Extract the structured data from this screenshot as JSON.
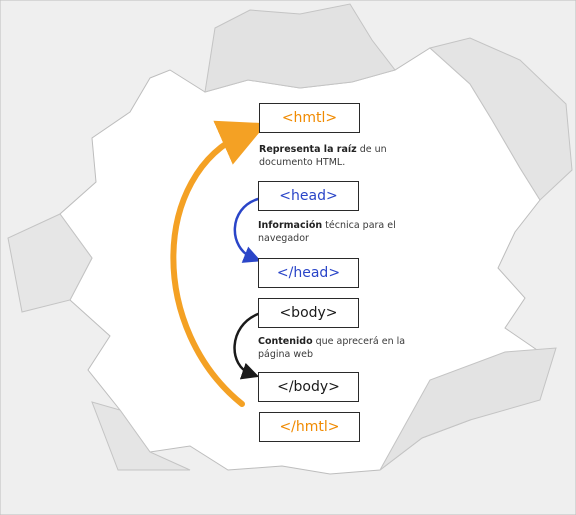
{
  "colors": {
    "paper": "#f2f2f2",
    "paper_shadow": "#c9c9c9",
    "orange": "#f4a124",
    "blue": "#2a45c8",
    "black": "#1a1a1a"
  },
  "tags": {
    "html_open": "<hmtl>",
    "head_open": "<head>",
    "head_close": "</head>",
    "body_open": "<body>",
    "body_close": "</body>",
    "html_close": "</hmtl>"
  },
  "captions": {
    "html": {
      "strong": "Representa la raíz",
      "rest_line1": " de un",
      "line2": "documento HTML."
    },
    "head": {
      "strong": "Información",
      "rest_line1": " técnica para el",
      "line2": "navegador"
    },
    "body": {
      "strong": "Contenido",
      "rest_line1": " que aprecerá en la",
      "line2": "página web"
    }
  }
}
